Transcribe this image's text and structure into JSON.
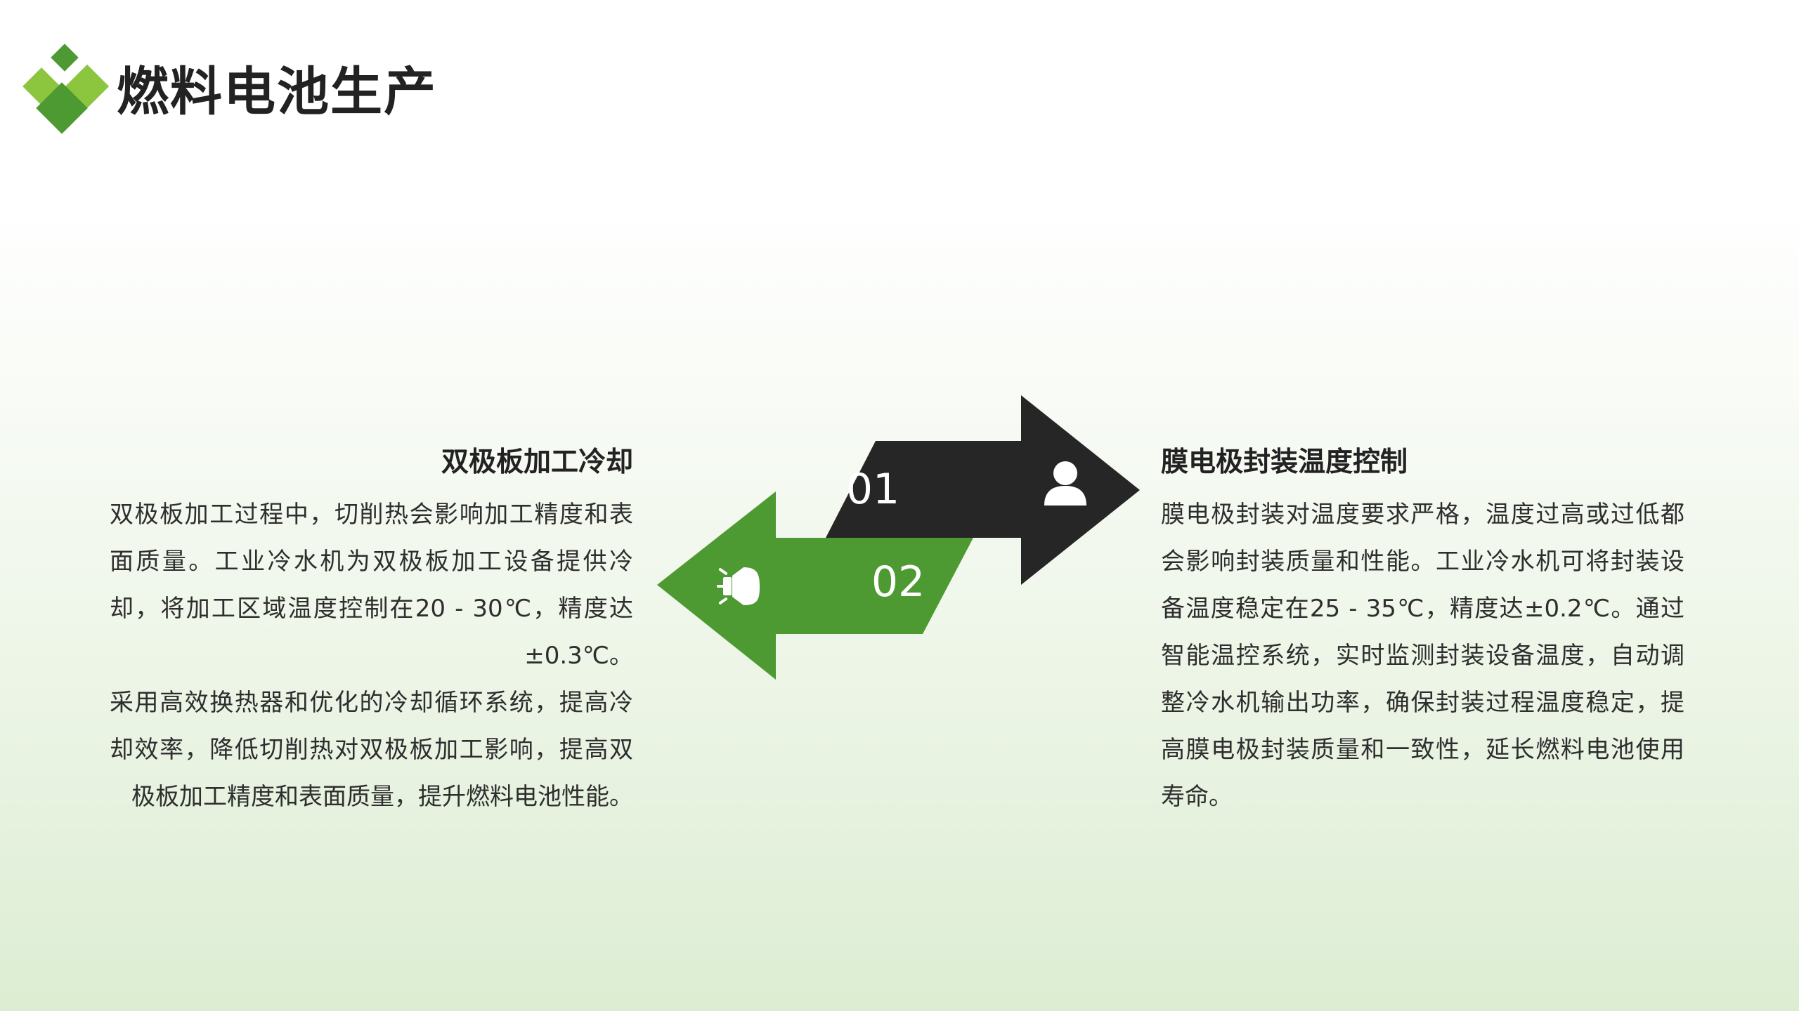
{
  "header": {
    "title": "燃料电池生产"
  },
  "left_section": {
    "heading": "双极板加工冷却",
    "paragraphs": [
      "双极板加工过程中，切削热会影响加工精度和表面质量。工业冷水机为双极板加工设备提供冷却，将加工区域温度控制在20 - 30℃，精度达±0.3℃。",
      "采用高效换热器和优化的冷却循环系统，提高冷却效率，降低切削热对双极板加工影响，提高双极板加工精度和表面质量，提升燃料电池性能。"
    ]
  },
  "right_section": {
    "heading": "膜电极封装温度控制",
    "paragraphs": [
      "膜电极封装对温度要求严格，温度过高或过低都会影响封装质量和性能。工业冷水机可将封装设备温度稳定在25 - 35℃，精度达±0.2℃。通过智能温控系统，实时监测封装设备温度，自动调整冷水机输出功率，确保封装过程温度稳定，提高膜电极封装质量和一致性，延长燃料电池使用寿命。"
    ]
  },
  "arrows": {
    "first": {
      "number": "01",
      "icon": "user-icon",
      "color": "#262626"
    },
    "second": {
      "number": "02",
      "icon": "megaphone-icon",
      "color": "#4e9a32"
    }
  },
  "colors": {
    "logo_dark": "#4e9a32",
    "logo_light": "#8cc63f",
    "text": "#2b2b2b"
  }
}
